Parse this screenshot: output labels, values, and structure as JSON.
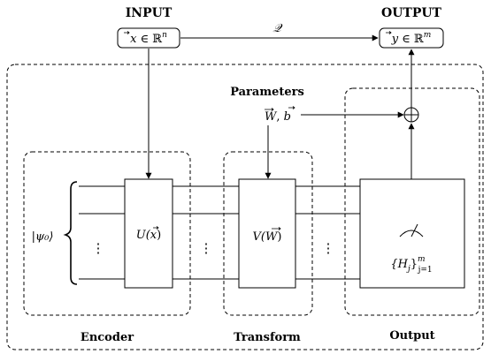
{
  "header": {
    "input_label": "INPUT",
    "output_label": "OUTPUT",
    "input_box": {
      "x_vec": "x",
      "rest": " ∈ ℝ",
      "sup": "n"
    },
    "output_box": {
      "x_vec": "y",
      "rest": " ∈ ℝ",
      "sup": "m"
    },
    "map_label": "𝒬"
  },
  "parameters": {
    "title": "Parameters",
    "W_vec": "W",
    "sep": ", ",
    "b_vec": "b"
  },
  "encoder": {
    "title": "Encoder",
    "state": "|ψ₀⟩",
    "gate_fn": "U(",
    "gate_arg": "x",
    "gate_end": ")",
    "vdots": "⋮"
  },
  "transform": {
    "title": "Transform",
    "gate_fn": "V(",
    "gate_arg": "W",
    "gate_end": ")",
    "vdots": "⋮"
  },
  "output": {
    "title": "Output",
    "observables_pre": "{H",
    "observables_sub": "j",
    "observables_post": "}",
    "range_sup": "m",
    "range_sub": "j=1"
  },
  "colors": {
    "line": "#000000",
    "background": "#ffffff"
  }
}
